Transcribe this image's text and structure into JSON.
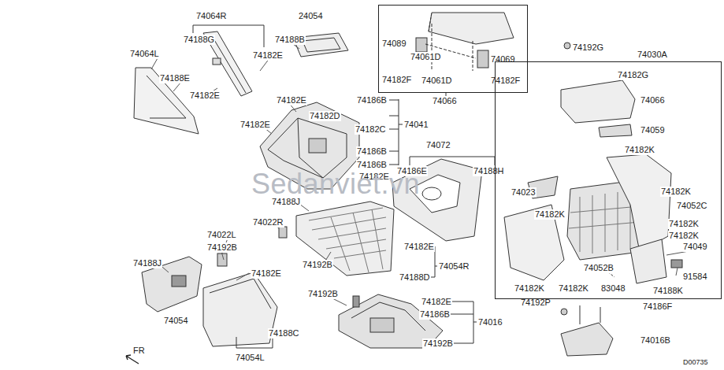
{
  "diagram": {
    "nodes": [
      {
        "text": [
          "74066",
          "74089",
          "74061D",
          "74069",
          "74182F",
          "74061D",
          "74182F"
        ]
      },
      {
        "text": [
          "74030A",
          "74182G",
          "74066",
          "74059",
          "74182K",
          "74182K",
          "74023",
          "74052C",
          "74182K",
          "74182K",
          "74182K",
          "74049",
          "74052B",
          "91584",
          "74182K",
          "74182K",
          "83048",
          "74188K"
        ]
      }
    ],
    "labels": [
      "74064R",
      "24054",
      "74188G",
      "74188B",
      "74064L",
      "74182E",
      "74188E",
      "74182E",
      "74182E",
      "74186B",
      "74182D",
      "74182E",
      "74041",
      "74182C",
      "74072",
      "74186B",
      "74186B",
      "74186E",
      "74188H",
      "74182E",
      "74188J",
      "74022R",
      "74022L",
      "74192B",
      "74182E",
      "74054R",
      "74192B",
      "74188J",
      "74182E",
      "74188D",
      "74192B",
      "74182E",
      "74186B",
      "74054",
      "74016",
      "74188C",
      "74192B",
      "FR",
      "74054L",
      "D00735",
      "74192G",
      "74192P",
      "74186F",
      "74016B",
      "Sedanviet.vn"
    ]
  }
}
